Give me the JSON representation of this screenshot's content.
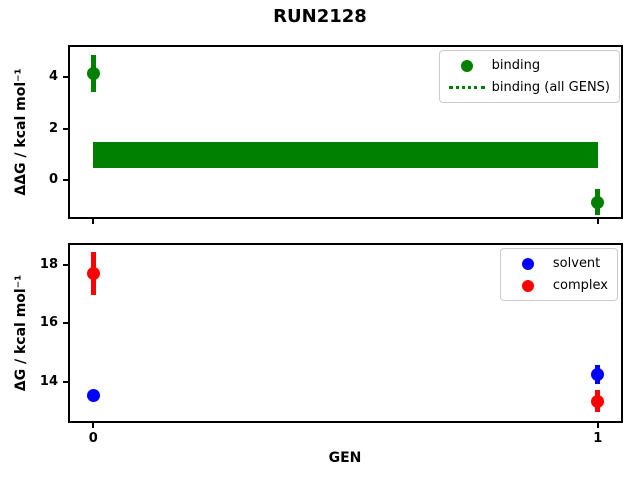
{
  "figure": {
    "title": "RUN2128",
    "background": "#ffffff"
  },
  "colors": {
    "binding": "#008000",
    "solvent": "#0000ff",
    "complex": "#ff0000",
    "spine": "#000000",
    "legend_border": "#cccccc"
  },
  "chart_data": [
    {
      "type": "scatter",
      "ylabel": "ΔΔG / kcal mol⁻¹",
      "xlim": [
        -0.05,
        1.05
      ],
      "ylim": [
        -1.5,
        5.25
      ],
      "xticks": [
        0,
        1
      ],
      "xtick_labels": [
        "0",
        "1"
      ],
      "yticks": [
        0,
        2,
        4
      ],
      "ytick_labels": [
        "0",
        "2",
        "4"
      ],
      "grid": false,
      "legend_position": "upper right",
      "series": [
        {
          "name": "binding",
          "color": "#008000",
          "x": [
            0,
            1
          ],
          "y": [
            4.15,
            -0.85
          ],
          "yerr": [
            0.72,
            0.5
          ]
        }
      ],
      "band": {
        "name": "binding (all GENS)",
        "color": "#008000",
        "x": [
          0,
          1
        ],
        "y_low": 0.48,
        "y_high": 1.47,
        "line_style": "dotted"
      },
      "legend": [
        {
          "label": "binding",
          "marker": "dot",
          "color": "#008000"
        },
        {
          "label": "binding (all GENS)",
          "marker": "dotted-line",
          "color": "#008000"
        }
      ]
    },
    {
      "type": "scatter",
      "ylabel": "ΔG / kcal mol⁻¹",
      "xlabel": "GEN",
      "xlim": [
        -0.05,
        1.05
      ],
      "ylim": [
        12.6,
        18.75
      ],
      "xticks": [
        0,
        1
      ],
      "xtick_labels": [
        "0",
        "1"
      ],
      "yticks": [
        14,
        16,
        18
      ],
      "ytick_labels": [
        "14",
        "16",
        "18"
      ],
      "grid": false,
      "legend_position": "upper right",
      "series": [
        {
          "name": "solvent",
          "color": "#0000ff",
          "x": [
            0,
            1
          ],
          "y": [
            13.55,
            14.25
          ],
          "yerr": [
            0.05,
            0.33
          ]
        },
        {
          "name": "complex",
          "color": "#ff0000",
          "x": [
            0,
            1
          ],
          "y": [
            17.7,
            13.35
          ],
          "yerr": [
            0.73,
            0.38
          ]
        }
      ],
      "legend": [
        {
          "label": "solvent",
          "marker": "dot",
          "color": "#0000ff"
        },
        {
          "label": "complex",
          "marker": "dot",
          "color": "#ff0000"
        }
      ]
    }
  ]
}
